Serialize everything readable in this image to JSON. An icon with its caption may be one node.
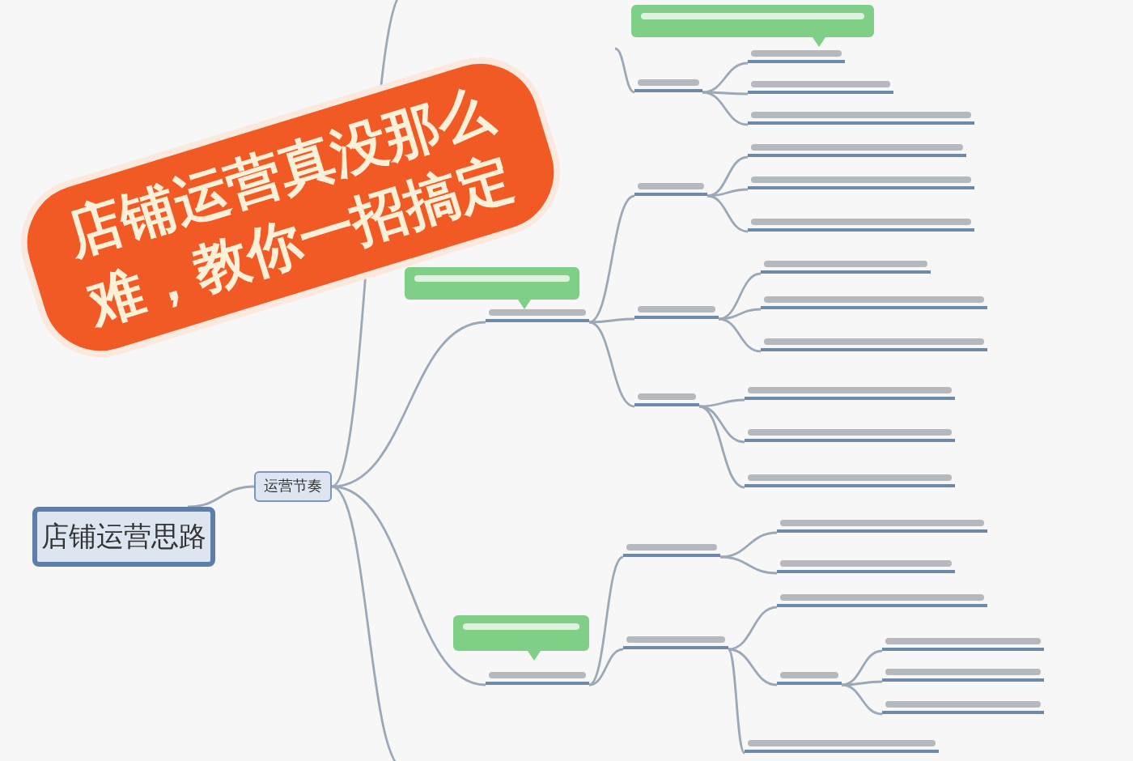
{
  "diagram": {
    "nodes": [
      {
        "text": [
          "店铺运营思路"
        ]
      },
      {
        "text": [
          "运营节奏"
        ]
      },
      {
        "text": [],
        "shape": "box"
      },
      {
        "text": [],
        "shape": "bar"
      },
      {
        "text": [],
        "shape": "bar"
      },
      {
        "text": [],
        "shape": "bar"
      },
      {
        "text": [],
        "shape": "bar"
      },
      {
        "text": [],
        "shape": "box"
      },
      {
        "text": [],
        "shape": "bar"
      },
      {
        "text": [],
        "shape": "bar"
      },
      {
        "text": [],
        "shape": "bar"
      },
      {
        "text": [],
        "shape": "bar"
      },
      {
        "text": [],
        "shape": "bar"
      },
      {
        "text": [],
        "shape": "bar"
      },
      {
        "text": [],
        "shape": "bar"
      },
      {
        "text": [],
        "shape": "bar"
      },
      {
        "text": [],
        "shape": "bar"
      },
      {
        "text": [],
        "shape": "bar"
      },
      {
        "text": [],
        "shape": "bar"
      },
      {
        "text": [],
        "shape": "bar"
      },
      {
        "text": [],
        "shape": "bar"
      },
      {
        "text": [],
        "shape": "box"
      },
      {
        "text": [],
        "shape": "bar"
      },
      {
        "text": [],
        "shape": "bar"
      },
      {
        "text": [],
        "shape": "bar"
      },
      {
        "text": [],
        "shape": "bar"
      },
      {
        "text": [],
        "shape": "bar"
      },
      {
        "text": [],
        "shape": "bar"
      },
      {
        "text": [],
        "shape": "bar"
      },
      {
        "text": [],
        "shape": "bar"
      },
      {
        "text": [],
        "shape": "bar"
      },
      {
        "text": [],
        "shape": "bar"
      },
      {
        "text": [],
        "shape": "bar"
      }
    ],
    "edges": [
      {
        "from": 0,
        "to": 1,
        "arrow": "none"
      },
      {
        "from": 1,
        "to": null,
        "arrow": "none"
      },
      {
        "from": 1,
        "to": 8,
        "arrow": "none"
      },
      {
        "from": 1,
        "to": 22,
        "arrow": "none"
      },
      {
        "from": 1,
        "to": null,
        "arrow": "none"
      },
      {
        "from": null,
        "to": 3,
        "arrow": "none"
      },
      {
        "from": 3,
        "to": 4,
        "arrow": "none"
      },
      {
        "from": 3,
        "to": 5,
        "arrow": "none"
      },
      {
        "from": 3,
        "to": 6,
        "arrow": "none"
      },
      {
        "from": 8,
        "to": 9,
        "arrow": "none"
      },
      {
        "from": 8,
        "to": 13,
        "arrow": "none"
      },
      {
        "from": 8,
        "to": 17,
        "arrow": "none"
      },
      {
        "from": 9,
        "to": 10,
        "arrow": "none"
      },
      {
        "from": 9,
        "to": 11,
        "arrow": "none"
      },
      {
        "from": 9,
        "to": 12,
        "arrow": "none"
      },
      {
        "from": 13,
        "to": 14,
        "arrow": "none"
      },
      {
        "from": 13,
        "to": 15,
        "arrow": "none"
      },
      {
        "from": 13,
        "to": 16,
        "arrow": "none"
      },
      {
        "from": 17,
        "to": 18,
        "arrow": "none"
      },
      {
        "from": 17,
        "to": 19,
        "arrow": "none"
      },
      {
        "from": 17,
        "to": 20,
        "arrow": "none"
      },
      {
        "from": 22,
        "to": 23,
        "arrow": "none"
      },
      {
        "from": 22,
        "to": 26,
        "arrow": "none"
      },
      {
        "from": 23,
        "to": 24,
        "arrow": "none"
      },
      {
        "from": 23,
        "to": 25,
        "arrow": "none"
      },
      {
        "from": 26,
        "to": 27,
        "arrow": "none"
      },
      {
        "from": 26,
        "to": 28,
        "arrow": "none"
      },
      {
        "from": 26,
        "to": 32,
        "arrow": "none"
      },
      {
        "from": 28,
        "to": 29,
        "arrow": "none"
      },
      {
        "from": 28,
        "to": 30,
        "arrow": "none"
      },
      {
        "from": 28,
        "to": 31,
        "arrow": "none"
      }
    ],
    "labels": [
      "店铺运营真没那么难，教你一招搞定"
    ]
  }
}
